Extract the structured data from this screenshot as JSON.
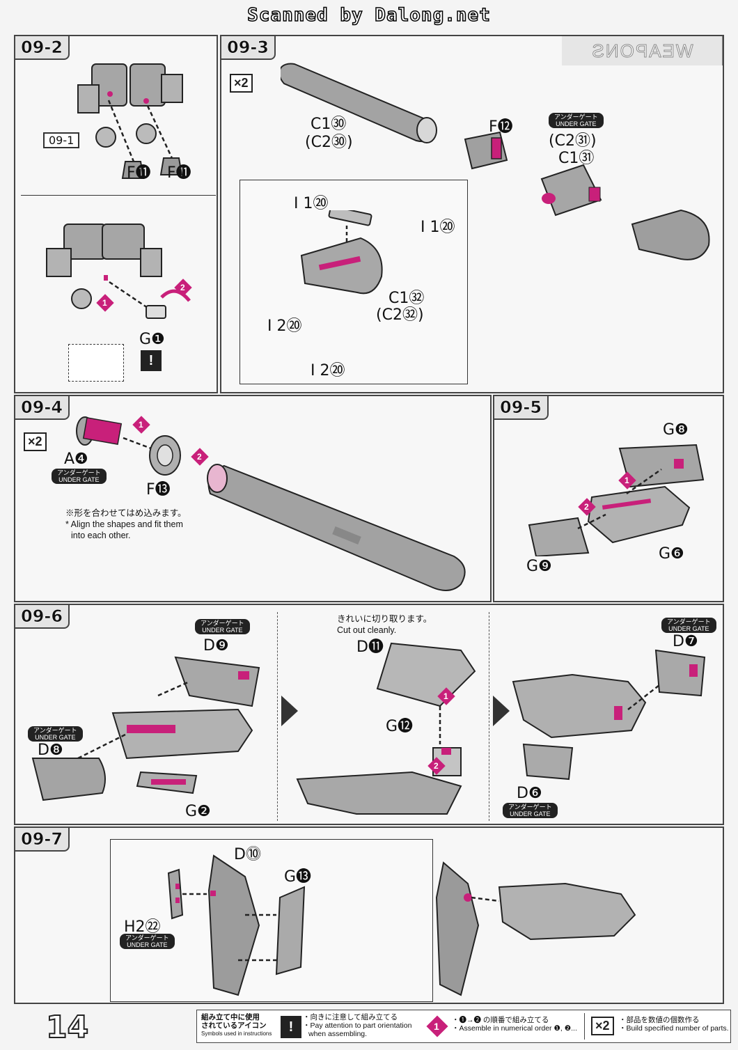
{
  "header": "Scanned by Dalong.net",
  "page_number": "14",
  "sections": {
    "s09_2": {
      "step": "09-2",
      "ref": "09-1",
      "part_labels": [
        "F⓫",
        "F⓫"
      ],
      "gate_part": "G❶"
    },
    "s09_3": {
      "step": "09-3",
      "count": "×2",
      "weapons_banner": "WEAPONS",
      "labels": {
        "c1_30": "C1㉚",
        "c2_30": "(C2㉚)",
        "f12": "F⓬",
        "c2_31": "(C2㉛)",
        "c1_31": "C1㉛",
        "i1_20a": "I 1⑳",
        "i1_20b": "I 1⑳",
        "i2_20a": "I 2⑳",
        "i2_20b": "I 2⑳",
        "c1_32": "C1㉜",
        "c2_32": "(C2㉜)"
      },
      "under_gate_jp": "アンダーゲート",
      "under_gate_en": "UNDER GATE"
    },
    "s09_4": {
      "step": "09-4",
      "count": "×2",
      "a4": "A❹",
      "f13": "F⓭",
      "note_jp": "※形を合わせてはめ込みます。",
      "note_en1": "* Align the shapes and fit them",
      "note_en2": "into each other.",
      "under_gate_jp": "アンダーゲート",
      "under_gate_en": "UNDER GATE"
    },
    "s09_5": {
      "step": "09-5",
      "g8": "G❽",
      "g9": "G❾",
      "g6": "G❻"
    },
    "s09_6": {
      "step": "09-6",
      "d9": "D❾",
      "d8": "D❽",
      "g2": "G❷",
      "d11": "D⓫",
      "g12": "G⓬",
      "d7": "D❼",
      "d6": "D❻",
      "cut_jp": "きれいに切り取ります。",
      "cut_en": "Cut out cleanly.",
      "under_gate_jp": "アンダーゲート",
      "under_gate_en": "UNDER GATE"
    },
    "s09_7": {
      "step": "09-7",
      "d10": "D⓾",
      "g13": "G⓭",
      "h2": "H2㉒",
      "under_gate_jp": "アンダーゲート",
      "under_gate_en": "UNDER GATE"
    }
  },
  "legend": {
    "title_jp1": "組み立て中に使用",
    "title_jp2": "されているアイコン",
    "title_en": "Symbols used in instructions",
    "orient_jp": "・向きに注意して組み立てる",
    "orient_en1": "・Pay attention to part orientation",
    "orient_en2": "when assembling.",
    "order_jp": "・❶→❷ の順番で組み立てる",
    "order_en": "・Assemble in numerical order ❶, ❷...",
    "count_jp": "・部品を数値の個数作る",
    "count_en": "・Build specified number of parts.",
    "count_icon": "×2"
  },
  "colors": {
    "accent": "#c8207a",
    "part": "#9a9a9a",
    "line": "#222222"
  }
}
